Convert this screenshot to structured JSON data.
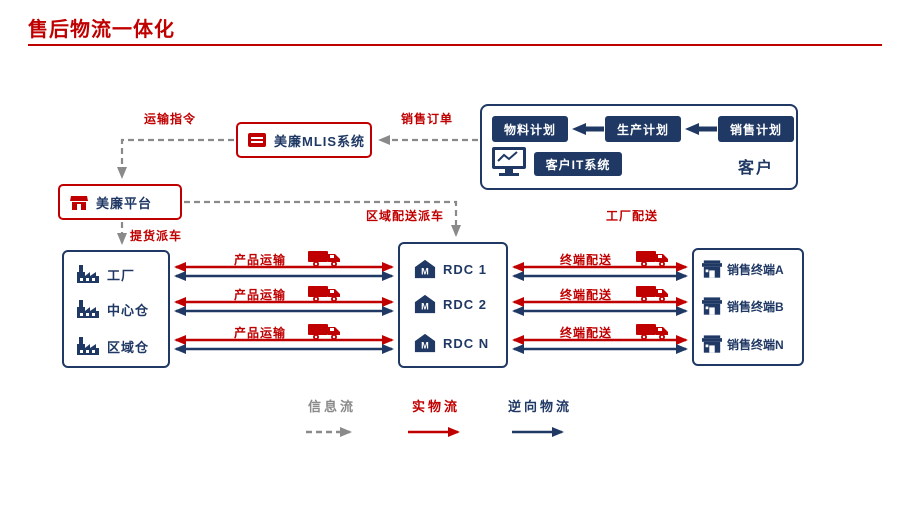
{
  "title": "售后物流一体化",
  "colors": {
    "red": "#C00000",
    "navy": "#1F3864",
    "gray": "#8A8A8A"
  },
  "customer": {
    "label": "客户",
    "it_system": "客户IT系统",
    "plans": [
      {
        "label": "物料计划"
      },
      {
        "label": "生产计划"
      },
      {
        "label": "销售计划"
      }
    ]
  },
  "mlis": {
    "label": "美廉MLIS系统"
  },
  "platform": {
    "label": "美廉平台"
  },
  "flows": {
    "transport_instruction": "运输指令",
    "sales_order": "销售订单",
    "pickup_dispatch": "提货派车",
    "regional_dispatch": "区域配送派车",
    "factory_delivery": "工厂配送",
    "product_transport": "产品运输",
    "terminal_delivery": "终端配送"
  },
  "sources": [
    {
      "label": "工厂"
    },
    {
      "label": "中心仓"
    },
    {
      "label": "区域仓"
    }
  ],
  "rdcs": [
    {
      "label": "RDC 1"
    },
    {
      "label": "RDC 2"
    },
    {
      "label": "RDC N"
    }
  ],
  "terminals": [
    {
      "label": "销售终端A"
    },
    {
      "label": "销售终端B"
    },
    {
      "label": "销售终端N"
    }
  ],
  "legend": {
    "info": "信息流",
    "physical": "实物流",
    "reverse": "逆向物流"
  }
}
